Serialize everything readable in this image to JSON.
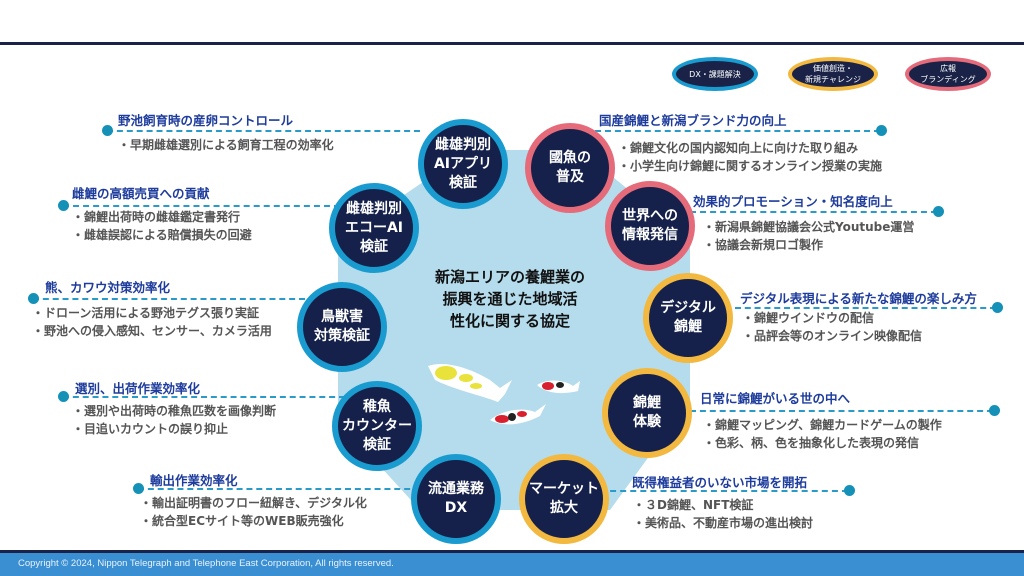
{
  "legend": [
    {
      "label": "DX・課題解決",
      "color": "#1a9bd0"
    },
    {
      "label": "価値創造・\n新規チャレンジ",
      "color": "#f2b840"
    },
    {
      "label": "広報\nブランディング",
      "color": "#e56b7a"
    }
  ],
  "hub": {
    "lines": [
      "新潟エリアの養鯉業の",
      "振興を通じた地域活",
      "性化に関する協定"
    ]
  },
  "circles": [
    {
      "lines": [
        "雌雄判別",
        "AIアプリ",
        "検証"
      ],
      "category": 0
    },
    {
      "lines": [
        "雌雄判別",
        "エコーAI",
        "検証"
      ],
      "category": 0
    },
    {
      "lines": [
        "鳥獣害",
        "対策検証"
      ],
      "category": 0
    },
    {
      "lines": [
        "稚魚",
        "カウンター",
        "検証"
      ],
      "category": 0
    },
    {
      "lines": [
        "流通業務",
        "DX"
      ],
      "category": 0
    },
    {
      "lines": [
        "マーケット",
        "拡大"
      ],
      "category": 1
    },
    {
      "lines": [
        "錦鯉",
        "体験"
      ],
      "category": 1
    },
    {
      "lines": [
        "デジタル",
        "錦鯉"
      ],
      "category": 1
    },
    {
      "lines": [
        "世界への",
        "情報発信"
      ],
      "category": 2
    },
    {
      "lines": [
        "國魚の",
        "普及"
      ],
      "category": 2
    }
  ],
  "annotations": [
    {
      "title": "野池飼育時の産卵コントロール",
      "bullets": [
        "・早期雌雄選別による飼育工程の効率化"
      ]
    },
    {
      "title": "雌鯉の高額売買への貢献",
      "bullets": [
        "・錦鯉出荷時の雌雄鑑定書発行",
        "・雌雄誤認による賠償損失の回避"
      ]
    },
    {
      "title": "熊、カワウ対策効率化",
      "bullets": [
        "・ドローン活用による野池テグス張り実証",
        "・野池への侵入感知、センサー、カメラ活用"
      ]
    },
    {
      "title": "選別、出荷作業効率化",
      "bullets": [
        "・選別や出荷時の稚魚匹数を画像判断",
        "・目追いカウントの誤り抑止"
      ]
    },
    {
      "title": "輸出作業効率化",
      "bullets": [
        "・輸出証明書のフロー紐解き、デジタル化",
        "・統合型ECサイト等のWEB販売強化"
      ]
    },
    {
      "title": "国産錦鯉と新潟ブランド力の向上",
      "bullets": [
        "・錦鯉文化の国内認知向上に向けた取り組み",
        "・小学生向け錦鯉に関するオンライン授業の実施"
      ]
    },
    {
      "title": "効果的プロモーション・知名度向上",
      "bullets": [
        "・新潟県錦鯉協議会公式Youtube運営",
        "・協議会新規ロゴ製作"
      ]
    },
    {
      "title": "デジタル表現による新たな錦鯉の楽しみ方",
      "bullets": [
        "・錦鯉ウインドウの配信",
        "・品評会等のオンライン映像配信"
      ]
    },
    {
      "title": "日常に錦鯉がいる世の中へ",
      "bullets": [
        "・錦鯉マッピング、錦鯉カードゲームの製作",
        "・色彩、柄、色を抽象化した表現の発信"
      ]
    },
    {
      "title": "既得権益者のいない市場を開拓",
      "bullets": [
        "・３D錦鯉、NFT検証",
        "・美術品、不動産市場の進出検討"
      ]
    }
  ],
  "footer": {
    "copyright": "Copyright © 2024, Nippon Telegraph and Telephone East Corporation, All rights reserved."
  }
}
